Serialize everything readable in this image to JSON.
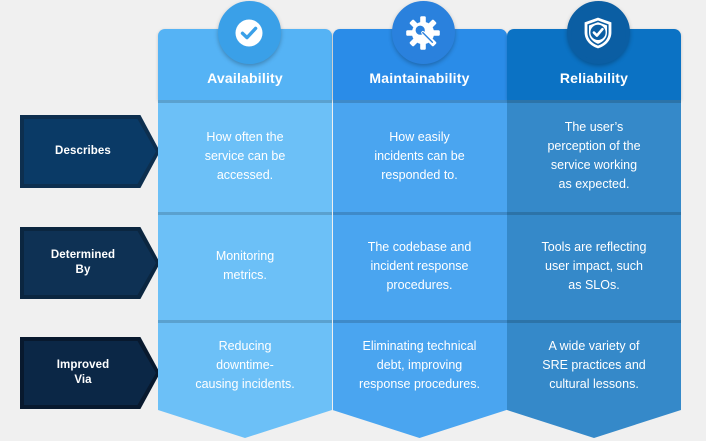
{
  "background_color": "#f0f0f0",
  "row_labels": [
    {
      "text": "Describes",
      "name": "row-label-describes",
      "fill": "#0a3a66",
      "border": "#0d2f4f"
    },
    {
      "text": "Determined\nBy",
      "line1": "Determined",
      "line2": "By",
      "name": "row-label-determined-by",
      "fill": "#0e3154",
      "border": "#0b2640"
    },
    {
      "text": "Improved\nVia",
      "line1": "Improved",
      "line2": "Via",
      "name": "row-label-improved-via",
      "fill": "#0b2746",
      "border": "#08192e"
    }
  ],
  "columns": [
    {
      "title": "Availability",
      "icon": "check-circle-icon",
      "header_color": "#55b3f5",
      "body_color": "#6cc0f7",
      "foot_color": "#6cc0f7",
      "icon_ring_color": "#3aa0e8",
      "cells": [
        "How often the service can be accessed.",
        "Monitoring metrics.",
        "Reducing downtime-causing incidents."
      ],
      "cell_lines": [
        [
          "How often the",
          "service can be",
          "accessed."
        ],
        [
          "Monitoring",
          "metrics."
        ],
        [
          "Reducing",
          "downtime-",
          "causing incidents."
        ]
      ]
    },
    {
      "title": "Maintainability",
      "icon": "gear-wrench-icon",
      "header_color": "#2a8ce8",
      "body_color": "#4aa5f0",
      "foot_color": "#4aa5f0",
      "icon_ring_color": "#2a81dd",
      "cells": [
        "How easily incidents can be responded to.",
        "The codebase and incident response procedures.",
        "Eliminating technical debt, improving response procedures."
      ],
      "cell_lines": [
        [
          "How easily",
          "incidents can be",
          "responded to."
        ],
        [
          "The codebase and",
          "incident response",
          "procedures."
        ],
        [
          "Eliminating technical",
          "debt, improving",
          "response procedures."
        ]
      ]
    },
    {
      "title": "Reliability",
      "icon": "shield-check-icon",
      "header_color": "#0b72c4",
      "body_color": "#3589c9",
      "foot_color": "#3589c9",
      "icon_ring_color": "#0b5ea3",
      "cells": [
        "The user’s perception of the service working as expected.",
        "Tools are reflecting user impact, such as SLOs.",
        "A wide variety of SRE practices and cultural lessons."
      ],
      "cell_lines": [
        [
          "The user’s",
          "perception of the",
          "service working",
          "as expected."
        ],
        [
          "Tools are reflecting",
          "user impact, such",
          "as SLOs."
        ],
        [
          "A wide variety of",
          "SRE practices and",
          "cultural lessons."
        ]
      ]
    }
  ]
}
